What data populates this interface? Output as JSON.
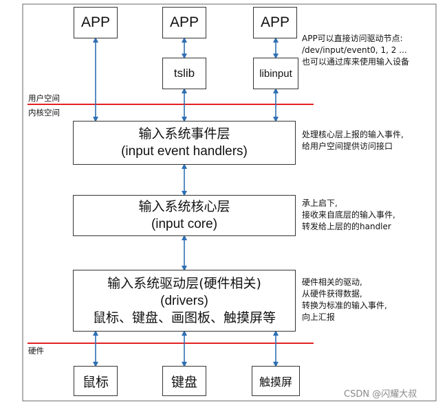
{
  "apps": [
    "APP",
    "APP",
    "APP"
  ],
  "libs": [
    "tslib",
    "libinput"
  ],
  "zones": {
    "user_space": "用户空间",
    "kernel_space": "内核空间",
    "hardware": "硬件"
  },
  "layers": {
    "event": {
      "line1": "输入系统事件层",
      "line2": "(input event handlers)"
    },
    "core": {
      "line1": "输入系统核心层",
      "line2": "(input core)"
    },
    "drivers": {
      "line1": "输入系统驱动层(硬件相关)",
      "line2": "(drivers)",
      "line3": "鼠标、键盘、画图板、触摸屏等"
    }
  },
  "devices": [
    "鼠标",
    "键盘",
    "触摸屏"
  ],
  "notes": {
    "app": [
      "APP可以直接访问驱动节点:",
      "/dev/input/event0, 1, 2 ...",
      "也可以通过库来使用输入设备"
    ],
    "event": [
      "处理核心层上报的输入事件,",
      "给用户空间提供访问接口"
    ],
    "core": [
      "承上启下,",
      "接收来自底层的输入事件,",
      "转发给上层的的handler"
    ],
    "drivers": [
      "硬件相关的驱动,",
      "从硬件获得数据,",
      "转换为标准的输入事件,",
      "向上汇报"
    ]
  },
  "watermark": "CSDN @闪耀大叔",
  "colors": {
    "arrow": "#2f6fb3",
    "boundary": "#e32020",
    "border": "#333333"
  }
}
